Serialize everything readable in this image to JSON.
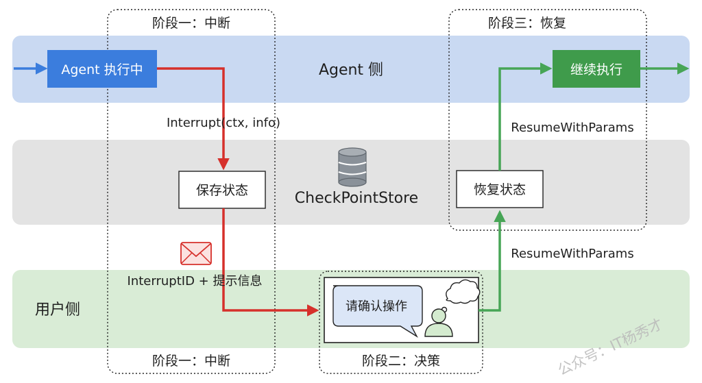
{
  "lanes": {
    "agent": "Agent 侧",
    "user": "用户侧"
  },
  "phases": {
    "phase1_top": "阶段一：中断",
    "phase1_bottom": "阶段一：中断",
    "phase2": "阶段二：决策",
    "phase3": "阶段三：恢复"
  },
  "boxes": {
    "agent_running": "Agent 执行中",
    "save_state": "保存状态",
    "restore_state": "恢复状态",
    "continue_exec": "继续执行",
    "confirm_bubble": "请确认操作"
  },
  "store": {
    "label": "CheckPointStore"
  },
  "arrows": {
    "interrupt_call": "Interrupt(ctx, info)",
    "interrupt_info": "InterruptID + 提示信息",
    "resume_bottom": "ResumeWithParams",
    "resume_top": "ResumeWithParams"
  },
  "watermark": "公众号：IT杨秀才",
  "colors": {
    "agent_lane": "#c9d9f2",
    "store_lane": "#e3e3e3",
    "user_lane": "#d9ecd6",
    "agent_box": "#3b7ddd",
    "continue_box": "#3f9b4b",
    "red_flow": "#d6302b",
    "green_flow": "#47a556",
    "blue_flow": "#3b7ddd"
  }
}
